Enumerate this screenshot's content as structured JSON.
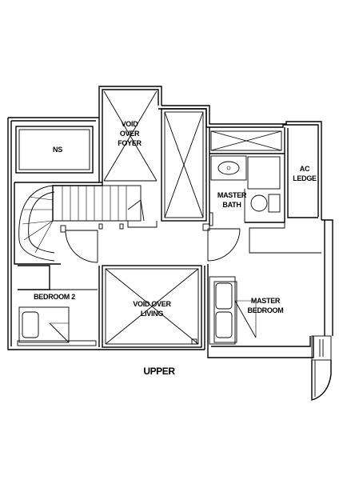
{
  "plan": {
    "title": "UPPER",
    "rooms": {
      "ns": "NS",
      "void_foyer": [
        "VOID",
        "OVER",
        "FOYER"
      ],
      "ac_ledge": [
        "AC",
        "LEDGE"
      ],
      "master_bath": [
        "MASTER",
        "BATH"
      ],
      "bedroom2": "BEDROOM 2",
      "void_living": [
        "VOID OVER",
        "LIVING"
      ],
      "master_bedroom": [
        "MASTER",
        "BEDROOM"
      ]
    }
  }
}
